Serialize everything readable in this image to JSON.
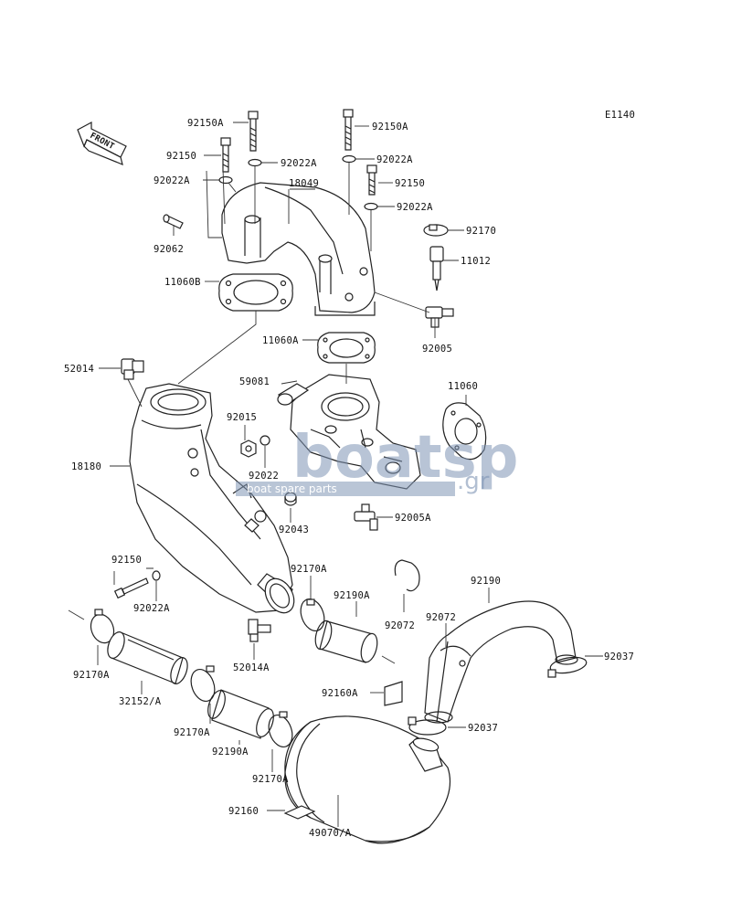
{
  "diagram_code": "E1140",
  "front_label": "FRONT",
  "watermark": {
    "brand": "boatsp",
    "suffix": ".gr",
    "tagline": "boat spare parts"
  },
  "labels": {
    "l92150A_top": "92150A",
    "l92150A_right": "92150A",
    "l92150_left": "92150",
    "l92022A_c1": "92022A",
    "l92022A_left": "92022A",
    "l92022A_r1": "92022A",
    "l18049": "18049",
    "l92150_right": "92150",
    "l92022A_r2": "92022A",
    "l92062": "92062",
    "l92170": "92170",
    "l11012": "11012",
    "l11060B": "11060B",
    "l92005": "92005",
    "l11060A": "11060A",
    "l52014": "52014",
    "l59081": "59081",
    "l11060": "11060",
    "l92015": "92015",
    "l18180": "18180",
    "l92022": "92022",
    "l92043": "92043",
    "l92005A": "92005A",
    "l92150_low": "92150",
    "l92170A_mid": "92170A",
    "l92190": "92190",
    "l92022A_low": "92022A",
    "l92190A_top": "92190A",
    "l92072_a": "92072",
    "l92072_b": "92072",
    "l92037_top": "92037",
    "l52014A": "52014A",
    "l92170A_left": "92170A",
    "l32152A": "32152/A",
    "l92160A": "92160A",
    "l92170A_c": "92170A",
    "l92037_low": "92037",
    "l92190A_low": "92190A",
    "l92170A_r": "92170A",
    "l92160": "92160",
    "l49070A": "49070/A"
  }
}
